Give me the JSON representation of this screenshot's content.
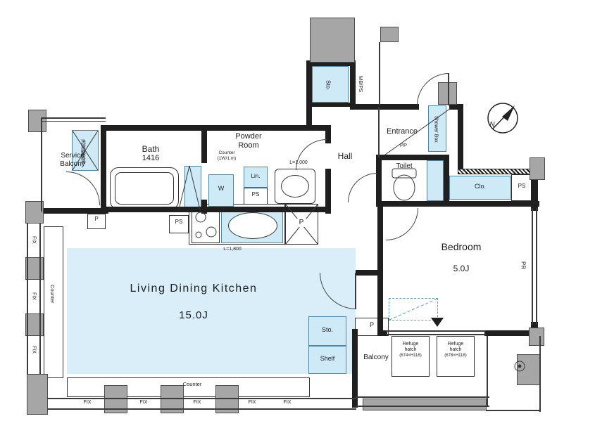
{
  "colors": {
    "fixture_fill": "#cfeaf7",
    "floor_fill": "#d9eef9",
    "pillar_fill": "#a6a6a6",
    "wall": "#1f1f1f"
  },
  "rooms": {
    "service_balcony": {
      "line1": "Service",
      "line2": "Balcony"
    },
    "bath": {
      "name": "Bath",
      "size": "1416"
    },
    "powder_room": {
      "line1": "Powder",
      "line2": "Room"
    },
    "hall": {
      "name": "Hall"
    },
    "entrance": {
      "name": "Entrance"
    },
    "toilet": {
      "name": "Toilet"
    },
    "bedroom": {
      "name": "Bedroom",
      "size": "5.0J"
    },
    "ldk": {
      "name": "Living Dining Kitchen",
      "size": "15.0J"
    },
    "balcony": {
      "name": "Balcony"
    }
  },
  "fixtures": {
    "laundry_space": "洗濯機置場",
    "washer": "W",
    "linen": "Lin.",
    "ps_powder": "PS",
    "ps_kitchen": "PS",
    "ps_right": "PS",
    "pantry": "P",
    "p_left": "P",
    "p_balcony": "P",
    "pp": "PP",
    "pr": "PR",
    "mbps": "MB/PS",
    "sto_top": "Sto.",
    "sto_ldk": "Sto.",
    "shelf": "Shelf",
    "shower_box": "Shower Box",
    "closet": "Clo.",
    "refuge_hatch_1": {
      "line1": "Refuge",
      "line2": "hatch",
      "line3": "(674×H116)"
    },
    "refuge_hatch_2": {
      "line1": "Refuge",
      "line2": "hatch",
      "line3": "(678×H118)"
    }
  },
  "annotations": {
    "counter_note_1": "Counter",
    "counter_note_2": "(1W/1.m)",
    "l1000": "L=1,000",
    "l1800": "L=1,800",
    "counter_left": "Counter",
    "counter_bottom": "Counter",
    "fix": "FIX",
    "north": "N"
  }
}
